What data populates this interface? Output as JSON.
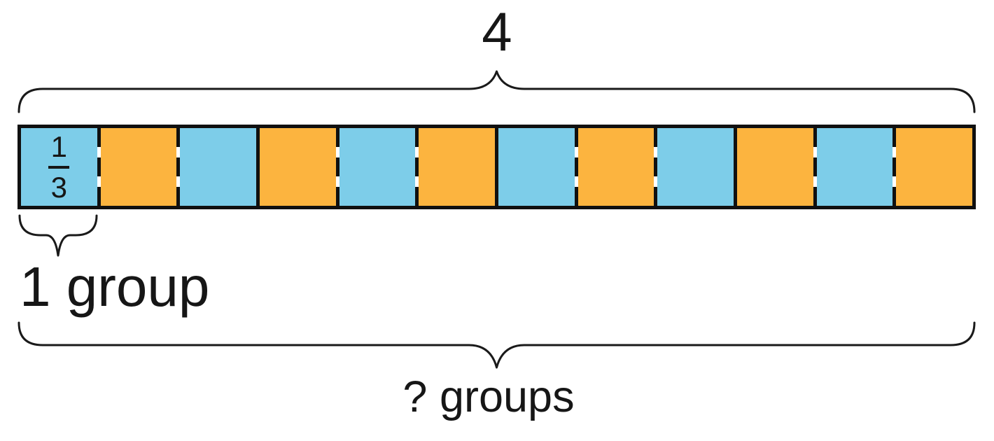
{
  "labels": {
    "total": "4",
    "one_group": "1 group",
    "question_groups": "? groups"
  },
  "colors": {
    "blue": "#7dcde9",
    "orange": "#fcb43f",
    "outline": "#101010",
    "text": "#161616"
  },
  "bar": {
    "segments": [
      {
        "color": "blue",
        "fraction": {
          "numerator": "1",
          "denominator": "3"
        }
      },
      {
        "color": "orange"
      },
      {
        "color": "blue"
      },
      {
        "color": "orange"
      },
      {
        "color": "blue"
      },
      {
        "color": "orange"
      },
      {
        "color": "blue"
      },
      {
        "color": "orange"
      },
      {
        "color": "blue"
      },
      {
        "color": "orange"
      },
      {
        "color": "blue"
      },
      {
        "color": "orange"
      }
    ],
    "dividers": [
      "dashed",
      "dashed",
      "solid",
      "dashed",
      "dashed",
      "solid",
      "dashed",
      "dashed",
      "solid",
      "dashed",
      "dashed"
    ]
  }
}
